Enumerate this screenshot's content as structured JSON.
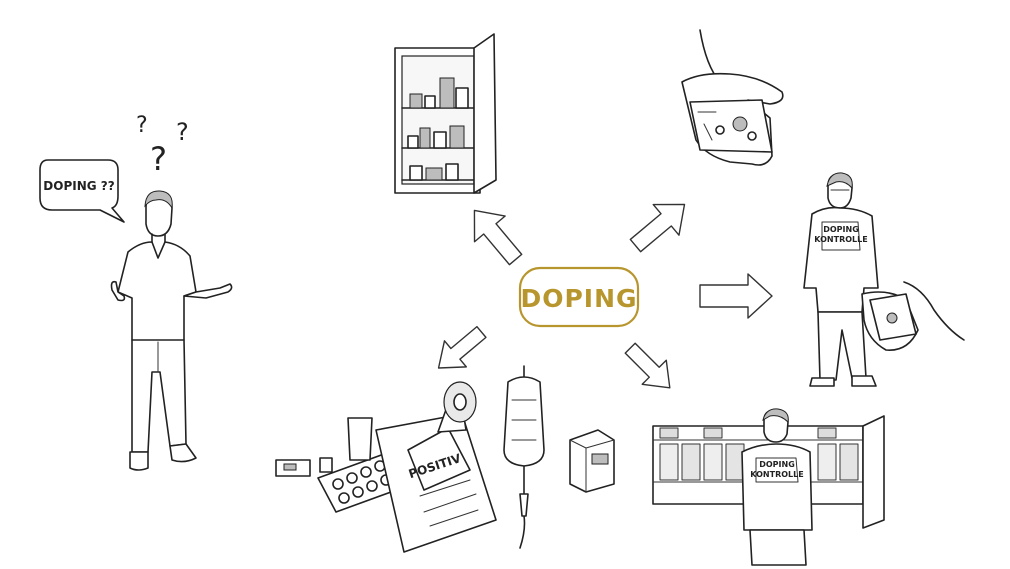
{
  "center_label": "DOPING",
  "center_color": "#b8962e",
  "speech_bubble": "DOPING ??",
  "question_marks": [
    "?",
    "?",
    "?"
  ],
  "kontrolle_vest_top": {
    "line1": "DOPING",
    "line2": "KONTROLLE"
  },
  "kontrolle_vest_bottom": {
    "line1": "DOPING",
    "line2": "KONTROLLE"
  },
  "positiv_stamp": "POSITIV",
  "icons": [
    "medicine-cabinet-icon",
    "hand-cash-icon",
    "doping-control-officer-icon",
    "locker-room-icon",
    "iv-drip-icon",
    "pills-icon",
    "stamp-icon"
  ]
}
